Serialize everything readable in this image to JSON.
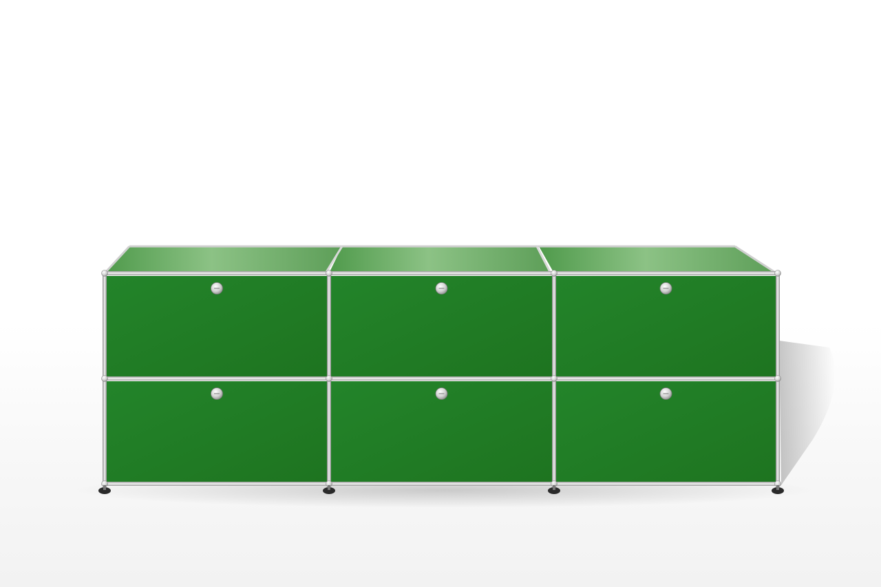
{
  "scene": {
    "subject": "green-modular-sideboard",
    "columns": 3,
    "rows": 2,
    "panel_count": 6,
    "colors": {
      "background": "#ffffff",
      "panel_green": "#227f22",
      "panel_green_dark": "#1d721d",
      "top_green": "#6aaa64",
      "chrome": "#d9d9d9",
      "chrome_dark": "#9a9a9a",
      "foot": "#2a2a2a"
    }
  }
}
